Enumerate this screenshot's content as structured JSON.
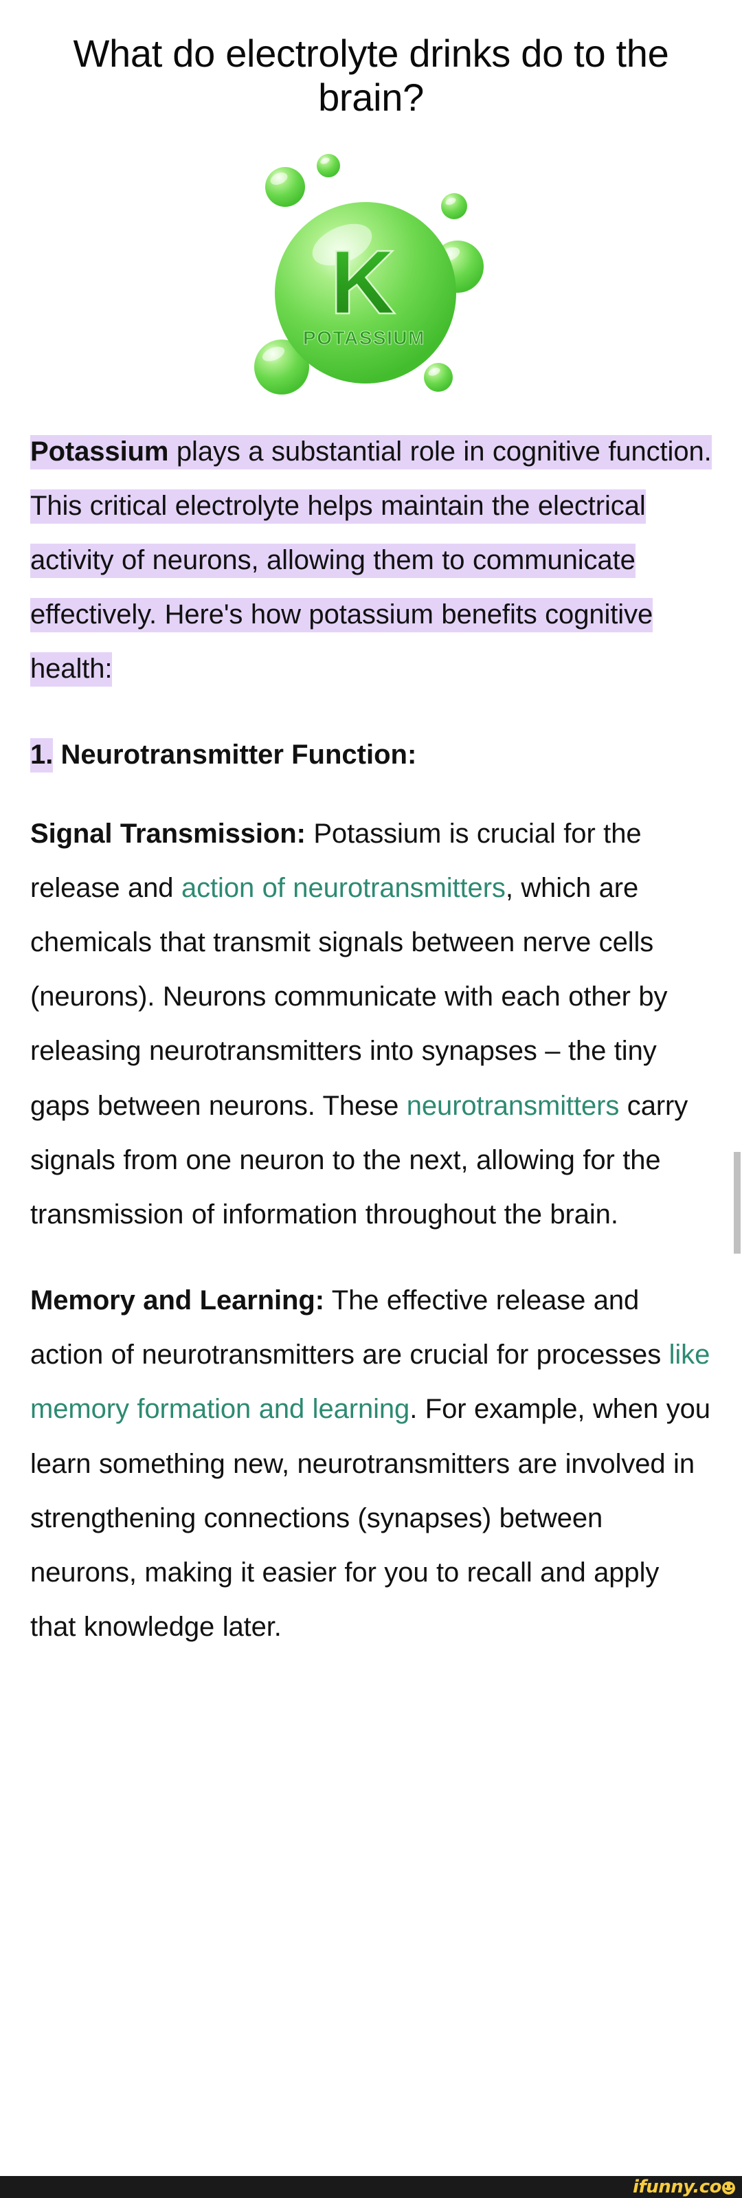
{
  "meta": {
    "accent_link_color": "#2d8a72",
    "highlight_color": "#e4d3f7",
    "text_color": "#111111",
    "background_color": "#ffffff",
    "scrollbar_color": "#c0c0c0",
    "watermark_bar_color": "#1a1a1a",
    "watermark_text_color": "#f6cb3f"
  },
  "article": {
    "title": "What do electrolyte drinks do to the brain?",
    "hero_image": {
      "alt": "potassium-molecule-illustration",
      "symbol": "K",
      "caption": "POTASSIUM",
      "sphere_color": "#62d64a",
      "symbol_color": "#2e9e25"
    },
    "lead": {
      "bold_lead": "Potassium",
      "text": " plays a substantial role in cognitive function. This critical electrolyte helps maintain the electrical activity of neurons, allowing them to communicate effectively. Here's how potassium benefits cognitive health:"
    },
    "section_heading": {
      "number": "1.",
      "text": " Neurotransmitter Function:"
    },
    "signal_transmission": {
      "label": "Signal Transmission:",
      "part1": " Potassium is crucial for the release and ",
      "link1": "action of neurotransmitters",
      "part2": ", which are chemicals that transmit signals between nerve cells (neurons). Neurons communicate with each other by releasing neurotransmitters into synapses – the tiny gaps between neurons. These ",
      "link2": "neurotransmitters",
      "part3": " carry signals from one neuron to the next, allowing for the transmission of information throughout the brain."
    },
    "memory_and_learning": {
      "label": "Memory and Learning:",
      "part1": " The effective release and action of neurotransmitters are crucial for processes ",
      "link1": "like memory formation and learning",
      "part2": ". For example, when you learn something new, neurotransmitters are involved in strengthening connections (synapses) between neurons, making it easier for you to recall and apply that knowledge later."
    }
  },
  "watermark": {
    "text": "ifunny.co"
  }
}
